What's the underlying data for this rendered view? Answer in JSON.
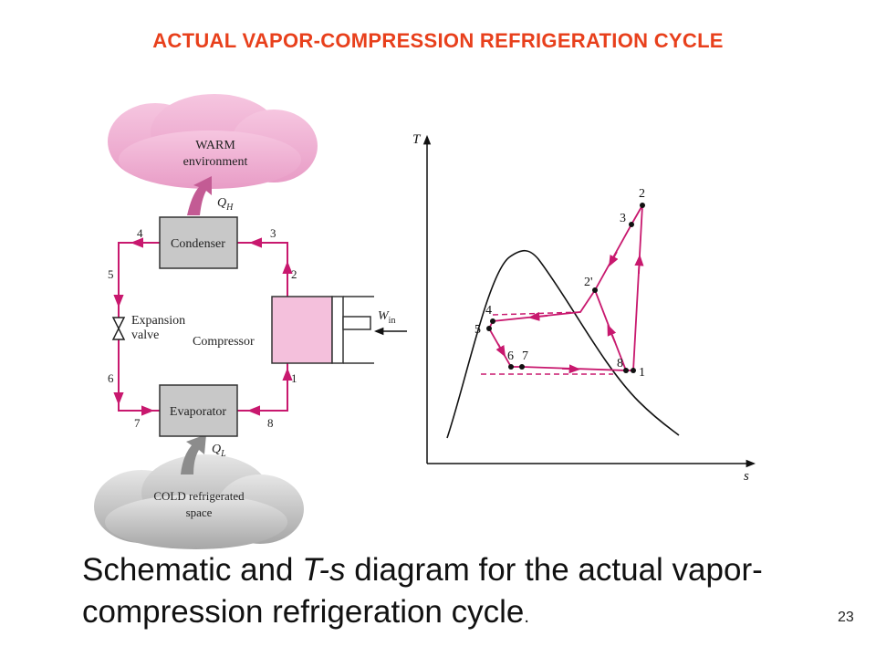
{
  "slide": {
    "title": "ACTUAL VAPOR-COMPRESSION REFRIGERATION CYCLE",
    "caption_part1": "Schematic and ",
    "caption_italic": "T-s",
    "caption_part2": " diagram for the actual vapor-compression refrigeration cycle",
    "caption_end": ".",
    "page_number": "23"
  },
  "schematic": {
    "warm_line1": "WARM",
    "warm_line2": "environment",
    "cold_line1": "COLD refrigerated",
    "cold_line2": "space",
    "qh_main": "Q",
    "qh_sub": "H",
    "ql_main": "Q",
    "ql_sub": "L",
    "win_main": "W",
    "win_sub": "in",
    "condenser": "Condenser",
    "evaporator": "Evaporator",
    "expansion_line1": "Expansion",
    "expansion_line2": "valve",
    "compressor": "Compressor",
    "state_labels": [
      "1",
      "2",
      "3",
      "4",
      "5",
      "6",
      "7",
      "8"
    ]
  },
  "ts_diagram": {
    "y_axis": "T",
    "x_axis": "s",
    "point_labels": [
      "1",
      "2",
      "2'",
      "3",
      "4",
      "5",
      "6",
      "7",
      "8"
    ]
  },
  "colors": {
    "title": "#e8401c",
    "cycle_line": "#c8186e",
    "warm_cloud": "#f0b0d4",
    "cold_cloud": "#c8c8c8",
    "component_fill": "#c8c8c8",
    "compressor_fill": "#f4c0dc"
  }
}
